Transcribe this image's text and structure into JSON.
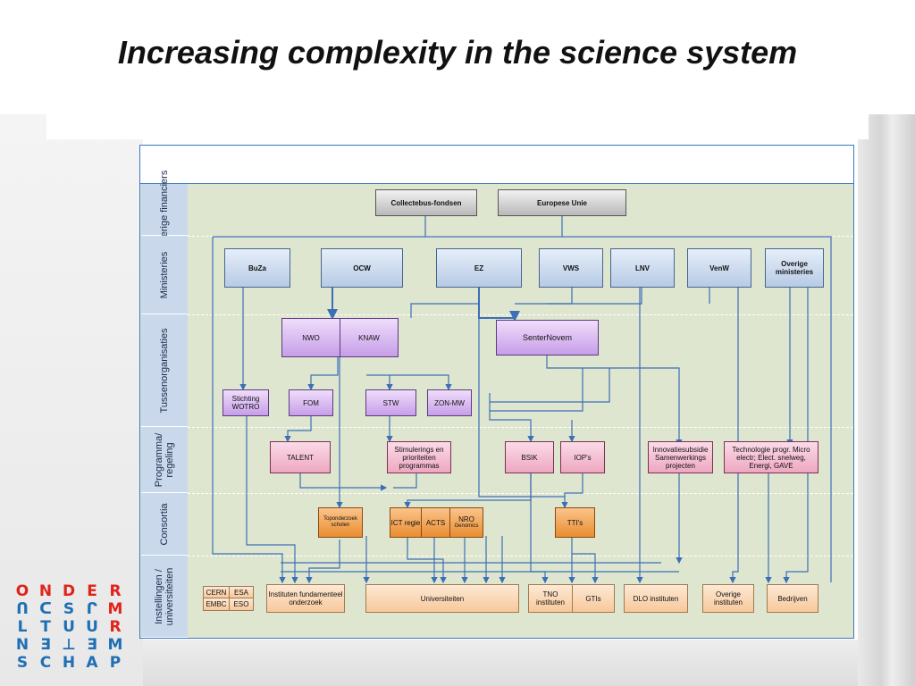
{
  "title": "Increasing complexity in the science system",
  "rows": {
    "overige_financiers": "Overige financiers",
    "ministeries": "Ministeries",
    "tussenorganisaties": "Tussenorganisaties",
    "programma_regeling": "Programma/ regeling",
    "consortia": "Consortia",
    "instellingen": "Instellingen / universiteiten"
  },
  "financiers": {
    "collectebus": "Collectebus-fondsen",
    "eu": "Europese Unie"
  },
  "ministeries": {
    "buza": "BuZa",
    "ocw": "OCW",
    "ez": "EZ",
    "vws": "VWS",
    "lnv": "LNV",
    "venw": "VenW",
    "overige": "Overige ministeries"
  },
  "tussen": {
    "nwo": "NWO",
    "knaw": "KNAW",
    "senternovem": "SenterNovem",
    "wotro": "Stichting WOTRO",
    "fom": "FOM",
    "stw": "STW",
    "zonmw": "ZON-MW"
  },
  "programma": {
    "talent": "TALENT",
    "stimulering": "Stimulerings en prioriteiten programmas",
    "bsik": "BSIK",
    "iop": "IOP's",
    "innovatie": "Innovatiesubsidie Samenwerkings projecten",
    "technologie": "Technologie progr. Micro electr; Elect. snelweg, Energi, GAVE"
  },
  "consortia": {
    "toponderzoek": "Toponderzoek scholen",
    "ict": "ICT regie",
    "acts": "ACTS",
    "nro": "NRO",
    "genomics": "Genomics",
    "tti": "TTI's"
  },
  "instellingen": {
    "cern": "CERN",
    "esa": "ESA",
    "embc": "EMBC",
    "eso": "ESO",
    "instituten": "Instituten fundamenteel onderzoek",
    "universiteiten": "Universiteiten",
    "tno": "TNO instituten",
    "gtis": "GTIs",
    "dlo": "DLO instituten",
    "overige_inst": "Overige instituten",
    "bedrijven": "Bedrijven"
  },
  "logo": [
    [
      "O",
      "N",
      "D",
      "E",
      "R"
    ],
    [
      "ᑎ",
      "ᑕ",
      "S",
      "ᒋ",
      "M"
    ],
    [
      "L",
      "T",
      "U",
      "U",
      "R"
    ],
    [
      "N",
      "Ǝ",
      "⊥",
      "Ǝ",
      "M"
    ],
    [
      "S",
      "C",
      "H",
      "A",
      "P"
    ]
  ],
  "colors": {
    "accent_blue": "#3a78c2",
    "line_blue": "#3b6fb6",
    "logo_red": "#e0231c",
    "logo_blue": "#1f6fb5"
  }
}
